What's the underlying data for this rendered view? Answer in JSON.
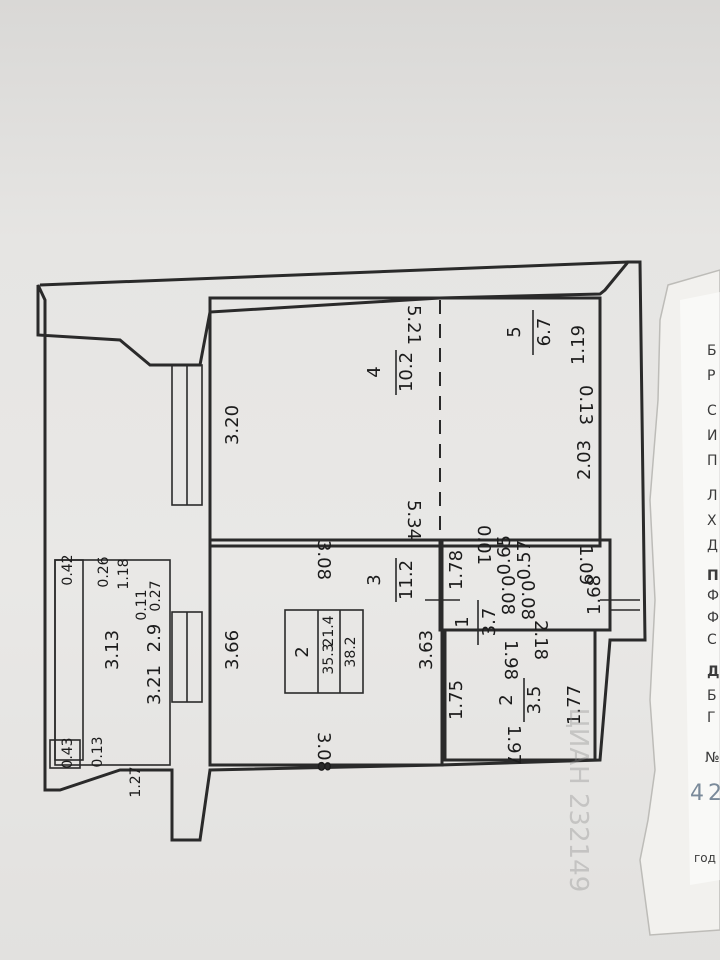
{
  "plan": {
    "balcony": {
      "length": "3.13",
      "dims": [
        "0.42",
        "0.26",
        "0.27",
        "0.11",
        "1.18",
        "2.9",
        "3.21",
        "0.13",
        "0.43",
        "1.27"
      ]
    },
    "room2": {
      "number": "2",
      "areas": [
        "21.4",
        "35.3",
        "38.2"
      ],
      "width_top": "3.08",
      "width_bottom": "3.08",
      "height_left": "3.66",
      "height_right": "3.63"
    },
    "room4": {
      "number": "4",
      "area": "10.2",
      "dims": [
        "5.21",
        "5.34",
        "3.20"
      ]
    },
    "room5": {
      "number": "5",
      "area": "6.7",
      "dims": [
        "1.19",
        "0.13",
        "2.03",
        "1.09",
        "1.68"
      ]
    },
    "room3": {
      "number": "3",
      "area": "11.2",
      "dims": [
        "1.78",
        "0.65",
        "0.57",
        "0.08",
        "0.08",
        "0.01",
        "2.18"
      ]
    },
    "room1": {
      "number": "1",
      "area": "3.7"
    },
    "room_bath": {
      "number": "2",
      "area": "3.5",
      "dims": [
        "1.98",
        "1.75",
        "1.77",
        "1.97"
      ]
    }
  },
  "receipt": {
    "letters": [
      "Б",
      "Р",
      "С",
      "И",
      "П",
      "Л",
      "Х",
      "Д",
      "П",
      "Ф",
      "Ф",
      "С",
      "Д",
      "Б",
      "Г",
      "№"
    ],
    "number": "42",
    "footer": "год"
  },
  "watermark": "ЦИАН 232149"
}
